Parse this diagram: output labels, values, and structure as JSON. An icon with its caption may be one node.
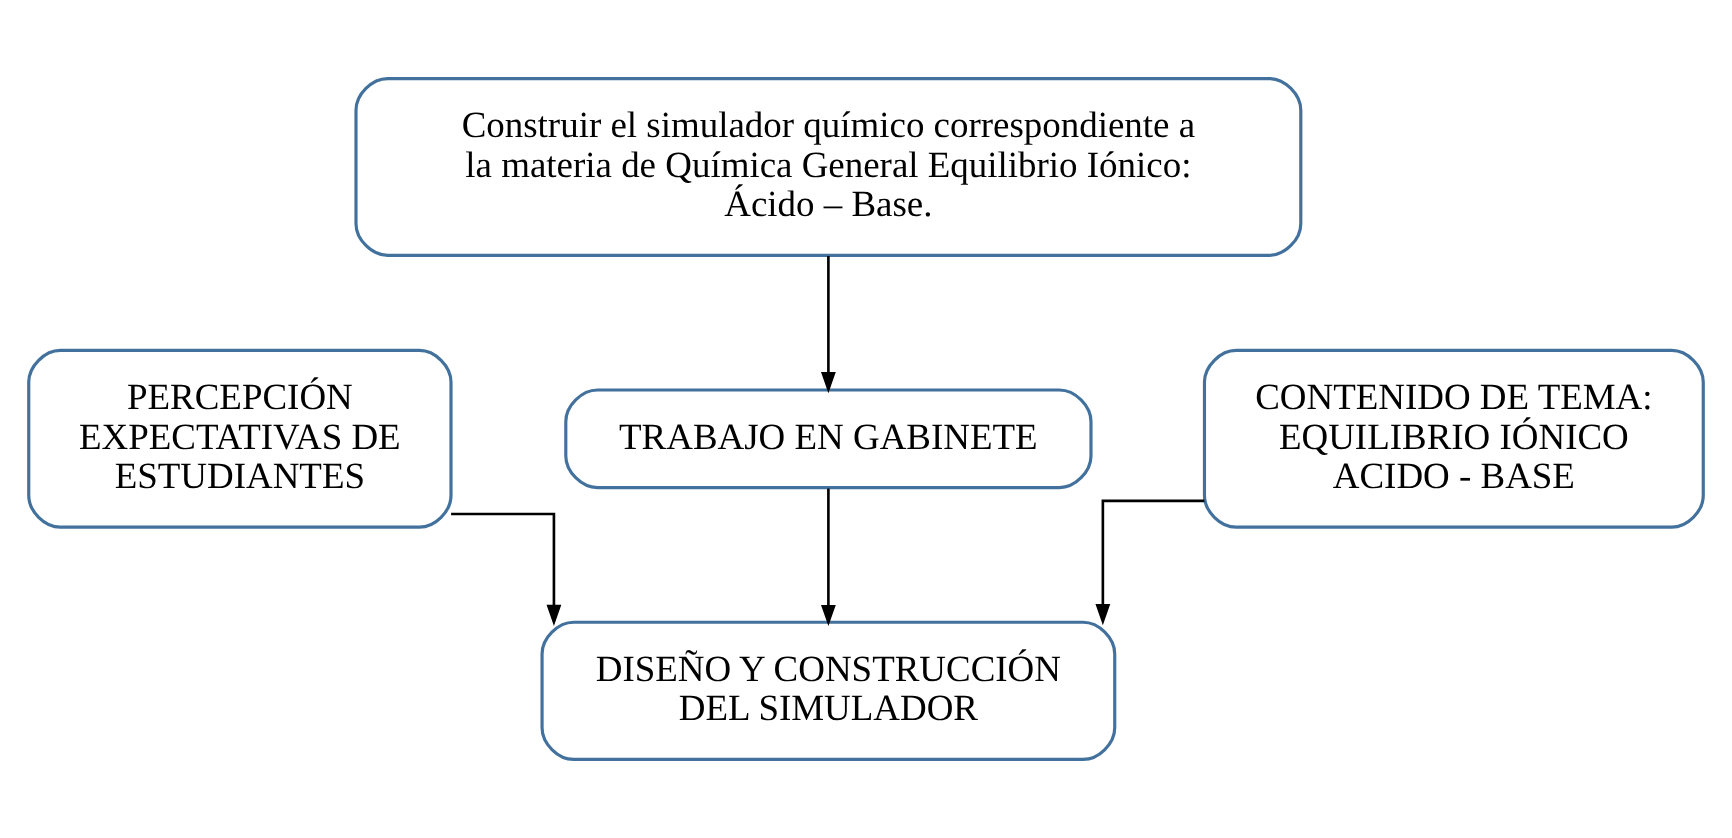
{
  "diagram": {
    "nodes": [
      {
        "text": [
          "Construir el simulador químico correspondiente a la materia de Química General Equilibrio Iónico: Ácido – Base."
        ]
      },
      {
        "text": [
          "TRABAJO EN GABINETE"
        ]
      },
      {
        "text": [
          "PERCEPCIÓN EXPECTATIVAS DE ESTUDIANTES"
        ]
      },
      {
        "text": [
          "CONTENIDO DE TEMA: EQUILIBRIO IÓNICO ACIDO - BASE"
        ]
      },
      {
        "text": [
          "DISEÑO Y CONSTRUCCIÓN DEL SIMULADOR"
        ]
      }
    ],
    "edges": [
      {
        "from": 0,
        "to": 1,
        "arrow": "to"
      },
      {
        "from": 1,
        "to": 4,
        "arrow": "to"
      },
      {
        "from": 2,
        "to": 4,
        "arrow": "to"
      },
      {
        "from": 3,
        "to": 4,
        "arrow": "to"
      }
    ]
  }
}
